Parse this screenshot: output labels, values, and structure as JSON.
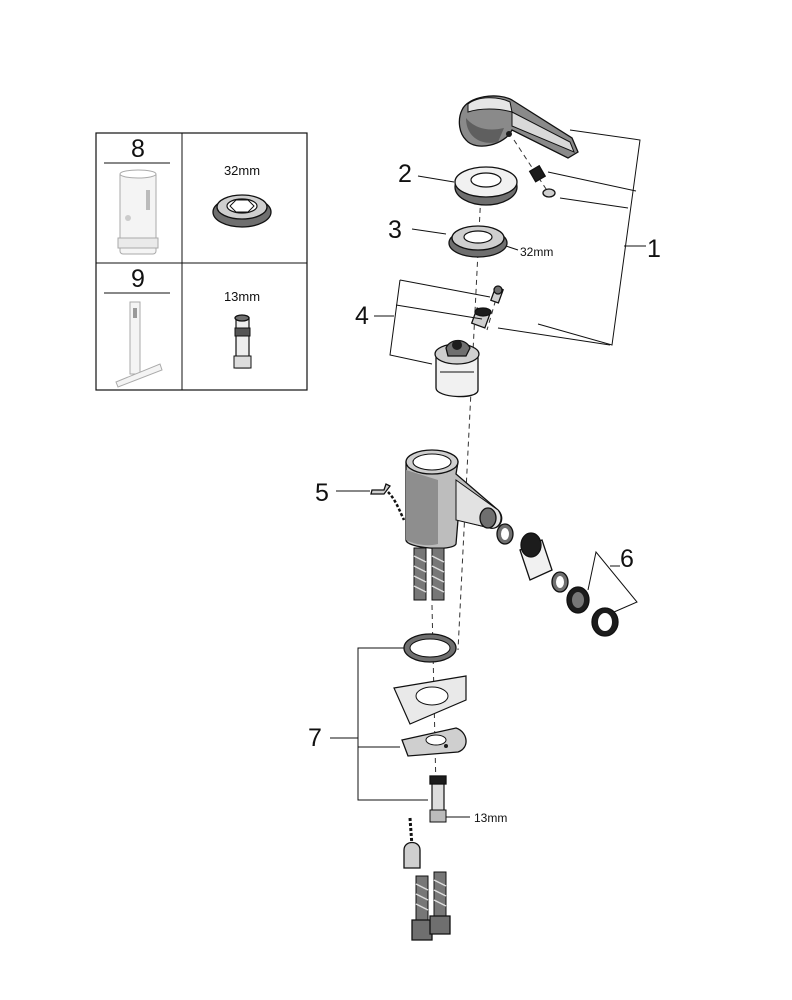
{
  "legend": {
    "tool_8": {
      "number": "8",
      "size": "32mm"
    },
    "tool_9": {
      "number": "9",
      "size": "13mm"
    }
  },
  "callouts": [
    {
      "id": "1",
      "label": "1"
    },
    {
      "id": "2",
      "label": "2"
    },
    {
      "id": "3",
      "label": "3"
    },
    {
      "id": "4",
      "label": "4"
    },
    {
      "id": "5",
      "label": "5"
    },
    {
      "id": "6",
      "label": "6"
    },
    {
      "id": "7",
      "label": "7"
    }
  ],
  "dimensions": {
    "ring_nut": "32mm",
    "stud": "13mm"
  }
}
